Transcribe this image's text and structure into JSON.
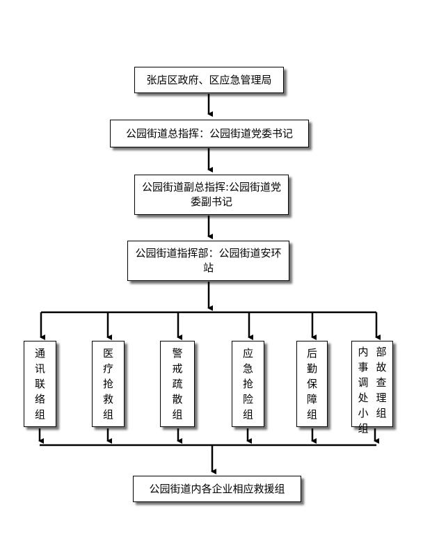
{
  "top": {
    "gov": "张店区政府、区应急管理局",
    "commander": "公园街道总指挥：公园街道党委书记",
    "deputy": "公园街道副总指挥:公园街道党委副书记",
    "hq": "公园街道指挥部：公园街道安环站"
  },
  "groups": [
    "通讯联络组",
    "医疗抢救组",
    "警戒疏散组",
    "应急抢险组",
    "后勤保障组"
  ],
  "investigation_group": {
    "col1": "内事调处小组",
    "col2": "部故查理组"
  },
  "bottom": {
    "rescue": "公园街道内各企业相应救援组"
  }
}
